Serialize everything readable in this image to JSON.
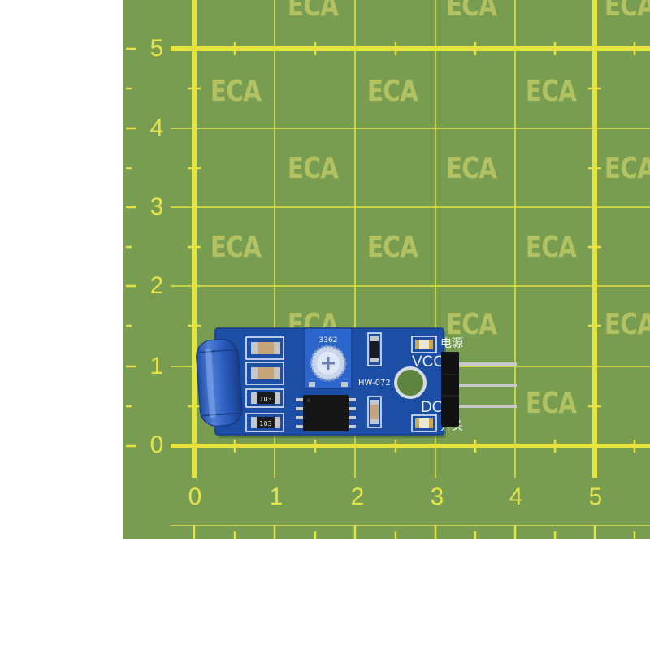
{
  "photo": {
    "watermark": "ECA",
    "y_axis_labels": [
      "5",
      "4",
      "3",
      "2",
      "1",
      "0"
    ],
    "x_axis_labels": [
      "0",
      "1",
      "2",
      "3",
      "4",
      "5"
    ]
  },
  "board": {
    "model": "HW-072",
    "pin_vcc": "VCC",
    "pin_do": "DO",
    "power_label": "电源",
    "switch_label": "开关",
    "potentiometer_marking": "3362",
    "resistor_markings": [
      "103",
      "103"
    ]
  },
  "colors": {
    "mat": "#789d50",
    "grid": "#e6e33f",
    "pcb": "#1d4ea6",
    "watermark": "#e2de70"
  }
}
